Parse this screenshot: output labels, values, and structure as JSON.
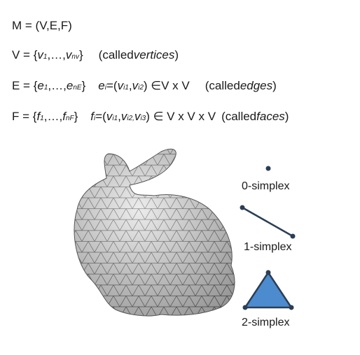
{
  "mesh_def": "M = (V,E,F)",
  "vertices": {
    "set": "V = {",
    "v1": "v",
    "v1sub": "1",
    "dots": ",…,",
    "vn": "v",
    "vnsub": "nv",
    "close": "}",
    "called": "(called ",
    "word": "vertices",
    "end": ")"
  },
  "edges": {
    "set": "E = {",
    "e1": "e",
    "e1sub": "1",
    "dots": ",…,",
    "en": "e",
    "ensub": "nE",
    "close": "}",
    "ei": "e",
    "eisub": "i",
    "def": " =(",
    "va": "v",
    "vasub": "i1",
    "comma": ",",
    "vb": "v",
    "vbsub": "i2",
    "rhs": ") ∈V x V",
    "called": "(called ",
    "word": "edges",
    "end": ")"
  },
  "faces": {
    "set": "F = {",
    "f1": "f",
    "f1sub": "1",
    "dots": ",…,",
    "fn": "f",
    "fnsub": "nF",
    "close": "}",
    "fi": "f",
    "fisub": "i",
    "def": " =(",
    "va": "v",
    "vasub": "i1",
    "comma": ",",
    "vb": "v",
    "vbsub": "i2,",
    "vc": "v",
    "vcsub": "i3",
    "rhs": ") ∈ V x V x V",
    "called": "(called ",
    "word": "faces",
    "end": ")"
  },
  "simplex_labels": {
    "s0": "0-simplex",
    "s1": "1-simplex",
    "s2": "2-simplex"
  },
  "colors": {
    "simplex_line": "#2b3e55",
    "triangle_fill": "#4d8bcf",
    "mesh_fill": "#dcdcdc",
    "mesh_line": "#555555"
  },
  "icons": {
    "mesh": "bunny-mesh"
  }
}
